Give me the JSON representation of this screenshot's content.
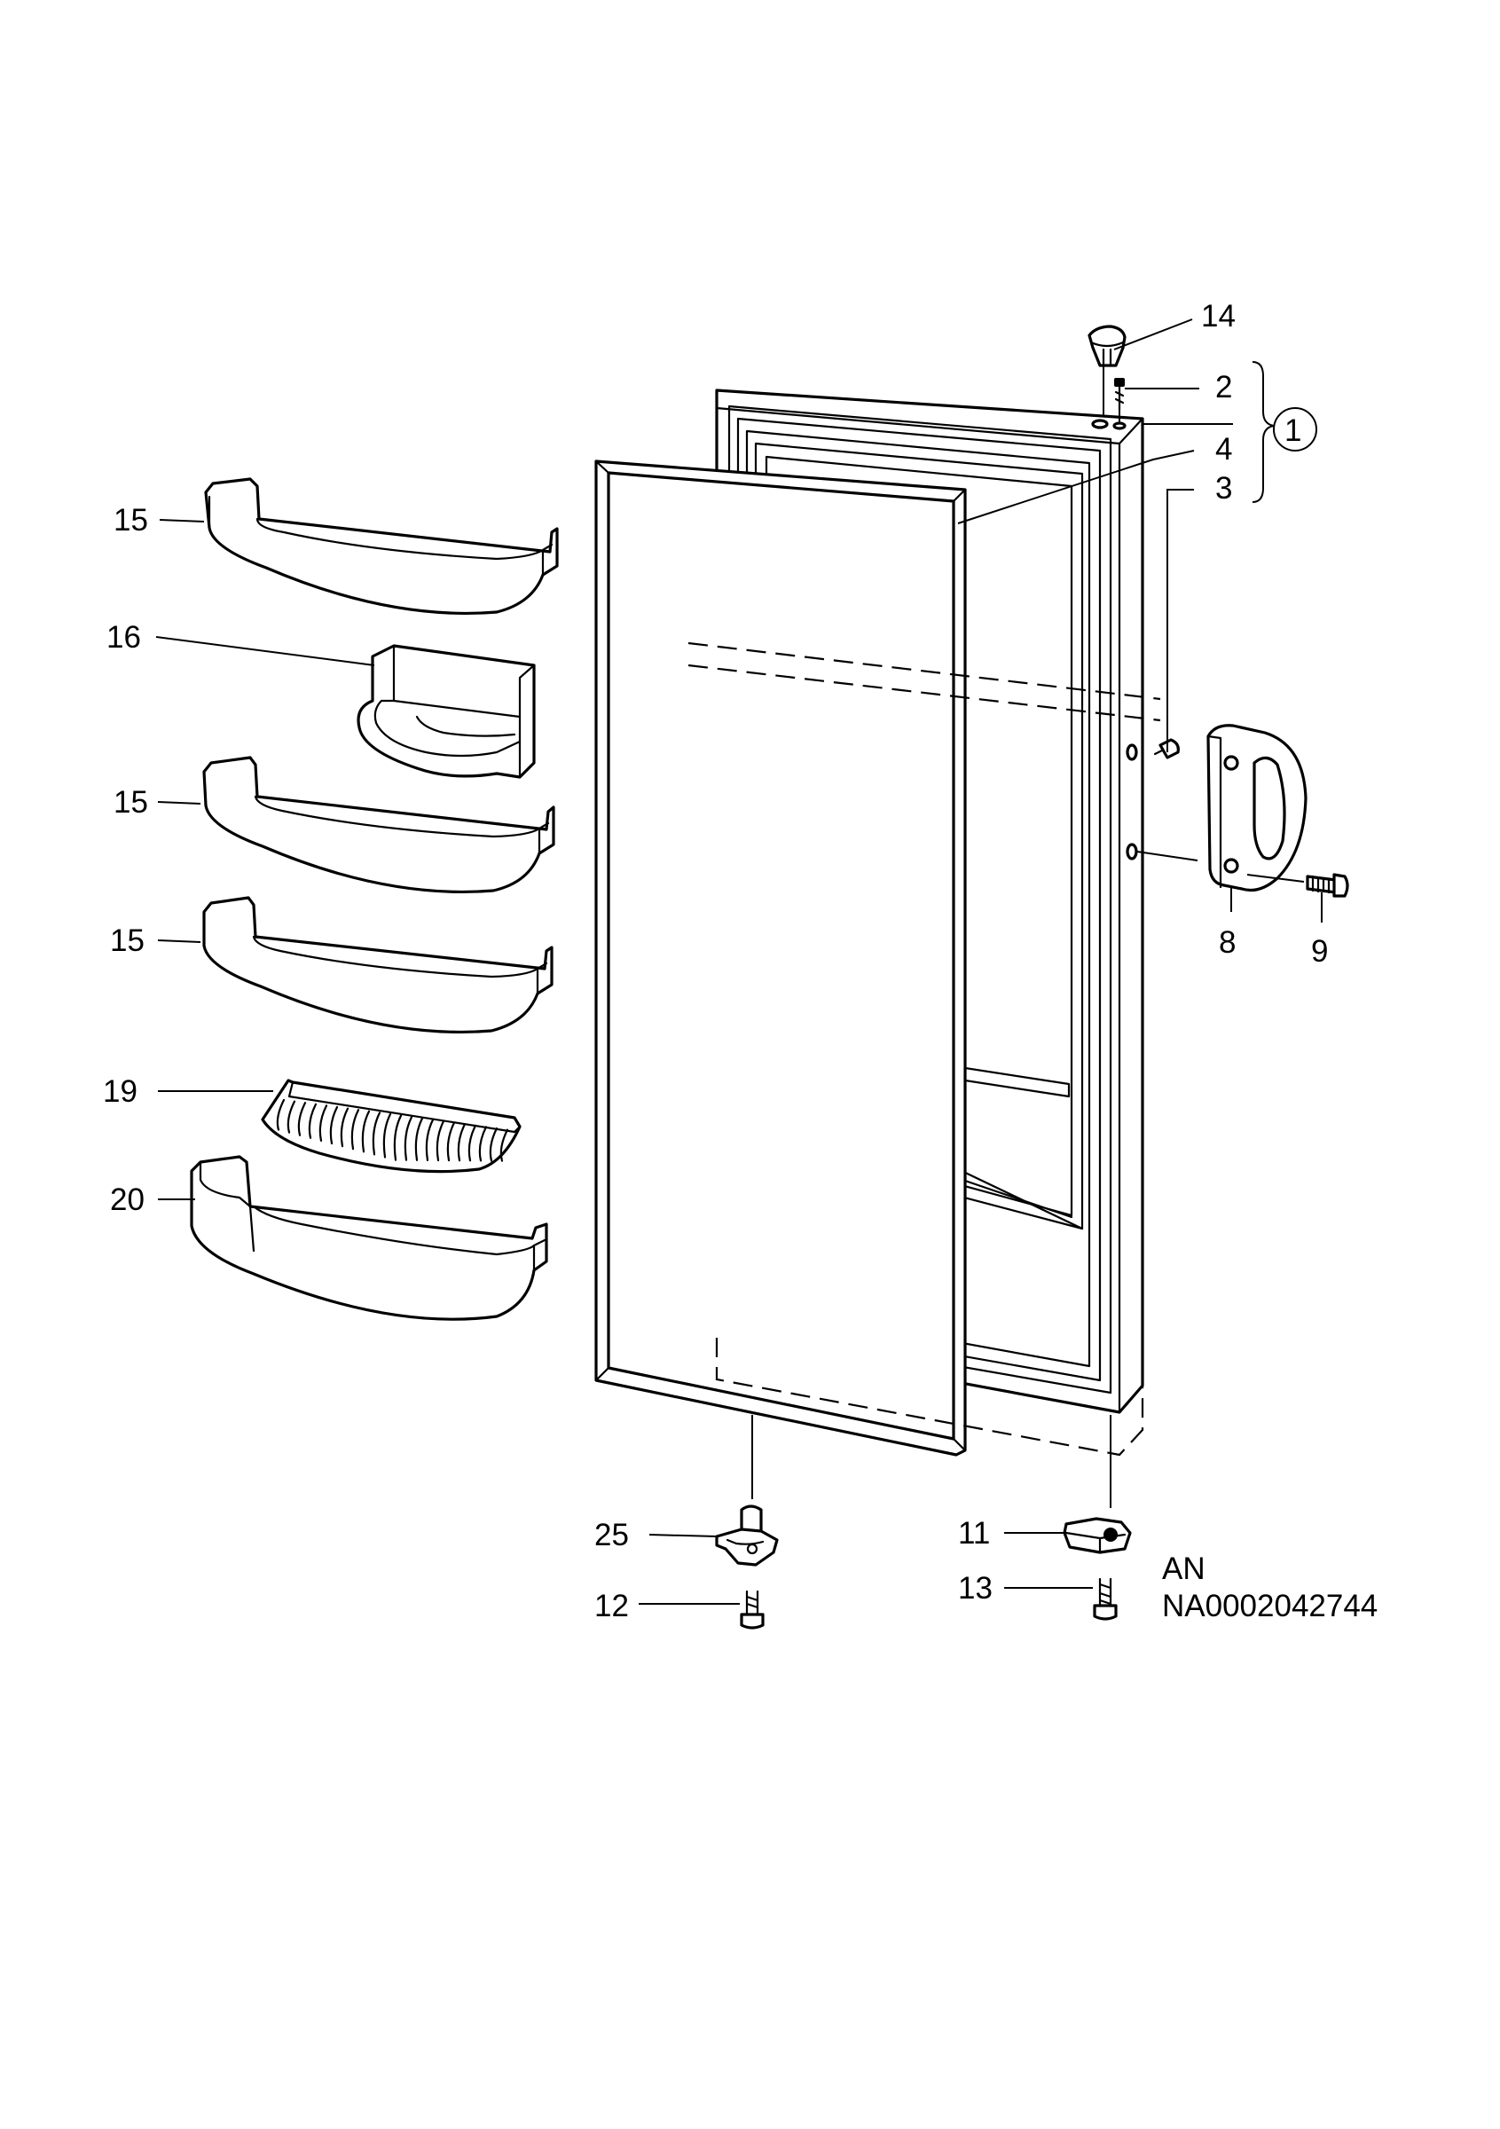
{
  "labels": {
    "p14": "14",
    "p2": "2",
    "p1": "1",
    "p4": "4",
    "p3": "3",
    "p15a": "15",
    "p16": "16",
    "p15b": "15",
    "p15c": "15",
    "p19": "19",
    "p20": "20",
    "p8": "8",
    "p9": "9",
    "p25": "25",
    "p12": "12",
    "p11": "11",
    "p13": "13"
  },
  "reference": {
    "line1": "AN",
    "line2": "NA0002042744"
  }
}
